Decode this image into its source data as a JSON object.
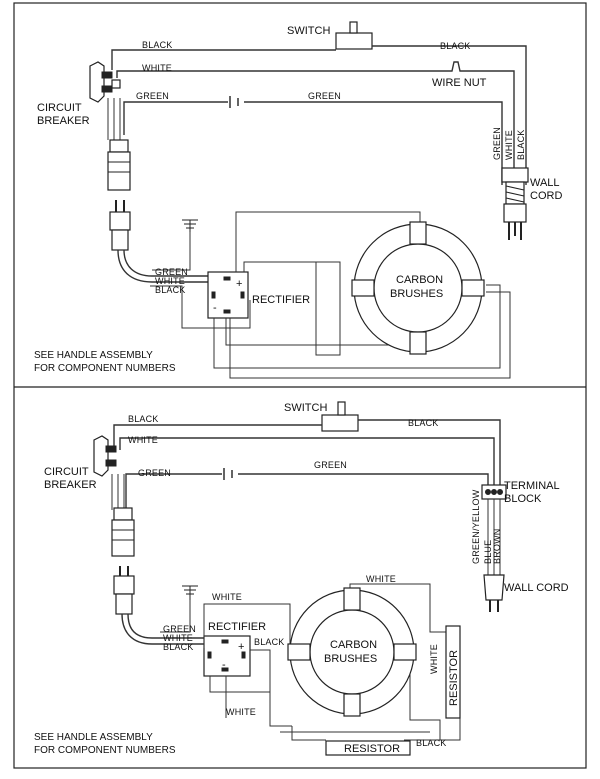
{
  "top": {
    "switch": "SWITCH",
    "black_left": "BLACK",
    "black_right": "BLACK",
    "white": "WHITE",
    "wire_nut": "WIRE NUT",
    "green_left": "GREEN",
    "green_right": "GREEN",
    "circuit": "CIRCUIT",
    "breaker": "BREAKER",
    "cord_green": "GREEN",
    "cord_white": "WHITE",
    "cord_black": "BLACK",
    "wall": "WALL",
    "cord": "CORD",
    "rect_green": "GREEN",
    "rect_white": "WHITE",
    "rect_black": "BLACK",
    "rectifier": "RECTIFIER",
    "carbon": "CARBON",
    "brushes": "BRUSHES",
    "note1": "SEE HANDLE ASSEMBLY",
    "note2": "FOR COMPONENT NUMBERS",
    "plus": "+",
    "minus": "-"
  },
  "bottom": {
    "switch": "SWITCH",
    "black_left": "BLACK",
    "black_right": "BLACK",
    "white": "WHITE",
    "green_left": "GREEN",
    "green_right": "GREEN",
    "circuit": "CIRCUIT",
    "breaker": "BREAKER",
    "terminal": "TERMINAL",
    "block": "BLOCK",
    "tb_green": "GREEN/YELLOW",
    "tb_blue": "BLUE",
    "tb_brown": "BROWN",
    "wall_cord": "WALL CORD",
    "rect_green": "GREEN",
    "rect_white": "WHITE",
    "rect_black": "BLACK",
    "rectifier": "RECTIFIER",
    "rect_black_right": "BLACK",
    "white_top": "WHITE",
    "white_lower": "WHITE",
    "carbon": "CARBON",
    "brushes": "BRUSHES",
    "resistor_v": "RESISTOR",
    "white_v": "WHITE",
    "resistor_h": "RESISTOR",
    "black_bottom": "BLACK",
    "note1": "SEE HANDLE ASSEMBLY",
    "note2": "FOR COMPONENT NUMBERS",
    "plus": "+",
    "minus": "-"
  }
}
